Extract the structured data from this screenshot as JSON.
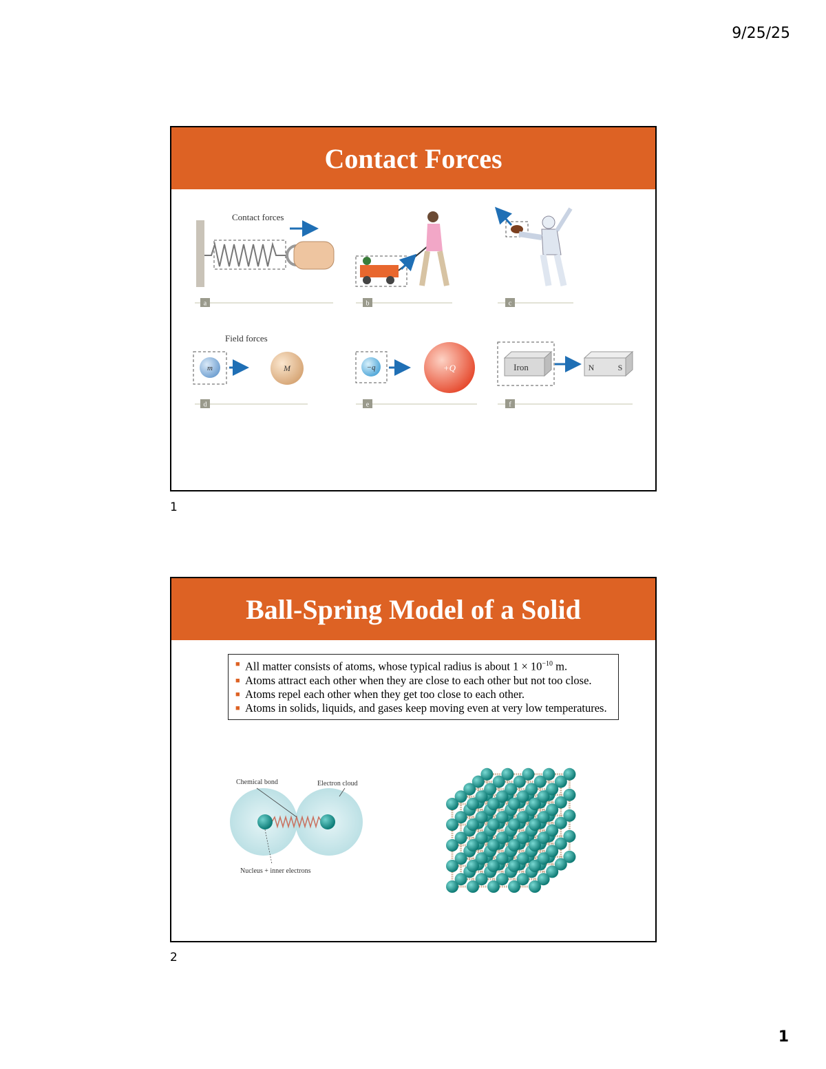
{
  "header": {
    "date": "9/25/25"
  },
  "footer": {
    "page_number": "1"
  },
  "slides": [
    {
      "number": "1",
      "title": "Contact Forces",
      "figure": {
        "contact_label": "Contact forces",
        "field_label": "Field forces",
        "panel_labels": [
          "a",
          "b",
          "c",
          "d",
          "e",
          "f"
        ],
        "mass_small": "m",
        "mass_large": "M",
        "charge_neg": "−q",
        "charge_pos": "+Q",
        "iron_label": "Iron",
        "magnet_n": "N",
        "magnet_s": "S"
      }
    },
    {
      "number": "2",
      "title": "Ball-Spring Model of a Solid",
      "bullets": [
        {
          "before": "All matter consists of atoms, whose typical radius is about 1 × 10",
          "sup": "−10",
          "after": " m."
        },
        {
          "before": "Atoms attract each other when they are close to each other but not too close.",
          "sup": "",
          "after": ""
        },
        {
          "before": "Atoms repel each other when they get too close to each other.",
          "sup": "",
          "after": ""
        },
        {
          "before": "Atoms in solids, liquids, and gases keep moving even at very low temperatures.",
          "sup": "",
          "after": ""
        }
      ],
      "figure": {
        "chemical_bond": "Chemical bond",
        "electron_cloud": "Electron cloud",
        "nucleus": "Nucleus + inner electrons"
      }
    }
  ],
  "colors": {
    "title_bar": "#dd6224",
    "atom": "#1a9a94",
    "arrow": "#1f6fb5"
  }
}
